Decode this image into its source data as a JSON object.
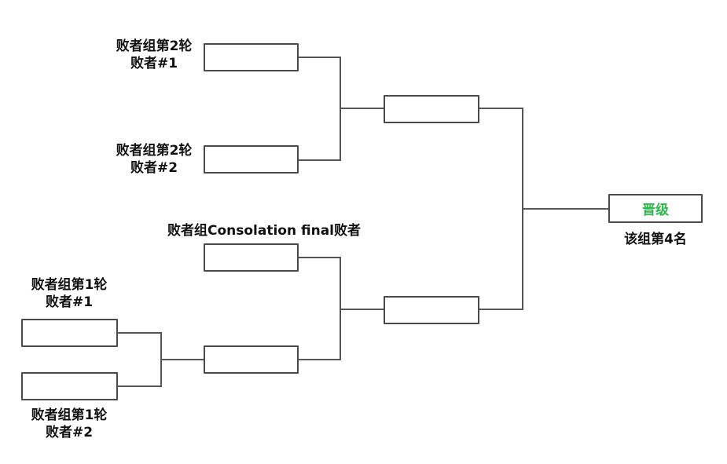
{
  "labels": {
    "r2_loser1": {
      "line1": "败者组第2轮",
      "line2": "败者#1"
    },
    "r2_loser2": {
      "line1": "败者组第2轮",
      "line2": "败者#2"
    },
    "consolation": "败者组Consolation final败者",
    "r1_loser1": {
      "line1": "败者组第1轮",
      "line2": "败者#1"
    },
    "r1_loser2": {
      "line1": "败者组第1轮",
      "line2": "败者#2"
    },
    "advance": "晋级",
    "result": "该组第4名"
  },
  "colors": {
    "line": "#555555",
    "box_border": "#4a4a4a",
    "advance_text": "#2db84c"
  }
}
